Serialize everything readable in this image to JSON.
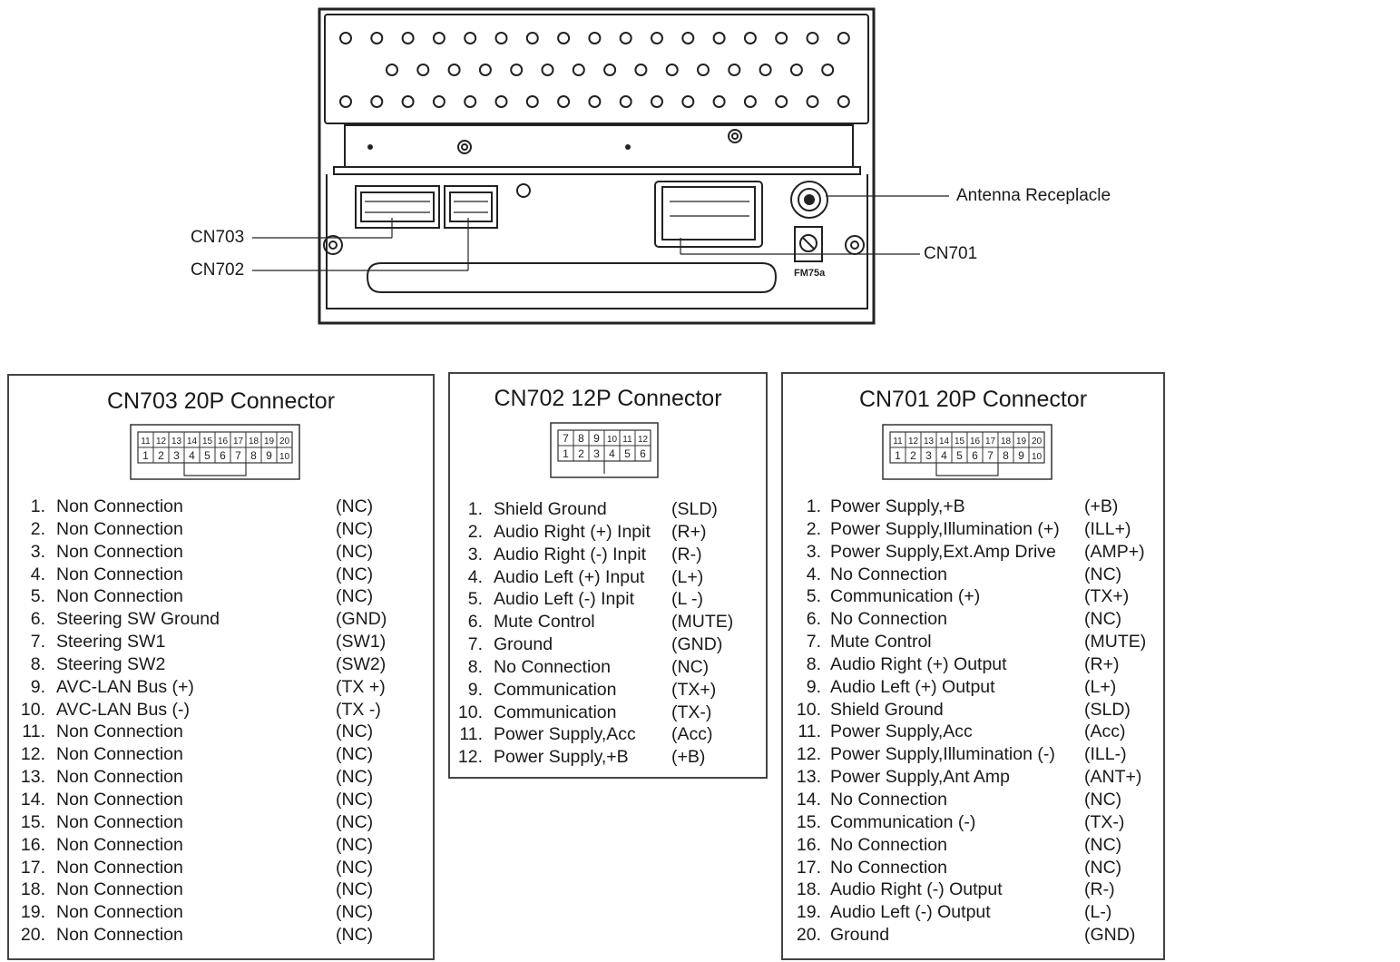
{
  "unit": {
    "callouts": {
      "antenna": "Antenna Receplacle",
      "cn703": "CN703",
      "cn702": "CN702",
      "cn701": "CN701"
    },
    "fuse_label": "FM75a"
  },
  "connectors": [
    {
      "id": "cn703",
      "title": "CN703  20P Connector",
      "top_row": [
        "11",
        "12",
        "13",
        "14",
        "15",
        "16",
        "17",
        "18",
        "19",
        "20"
      ],
      "bottom_row": [
        "1",
        "2",
        "3",
        "4",
        "5",
        "6",
        "7",
        "8",
        "9",
        "10"
      ],
      "pins": [
        {
          "num": "1.",
          "name": "Non Connection",
          "code": "(NC)"
        },
        {
          "num": "2.",
          "name": "Non Connection",
          "code": "(NC)"
        },
        {
          "num": "3.",
          "name": "Non Connection",
          "code": "(NC)"
        },
        {
          "num": "4.",
          "name": "Non Connection",
          "code": "(NC)"
        },
        {
          "num": "5.",
          "name": "Non Connection",
          "code": "(NC)"
        },
        {
          "num": "6.",
          "name": "Steering SW Ground",
          "code": "(GND)"
        },
        {
          "num": "7.",
          "name": "Steering SW1",
          "code": "(SW1)"
        },
        {
          "num": "8.",
          "name": "Steering SW2",
          "code": "(SW2)"
        },
        {
          "num": "9.",
          "name": "AVC-LAN Bus (+)",
          "code": "(TX +)"
        },
        {
          "num": "10.",
          "name": "AVC-LAN Bus (-)",
          "code": "(TX -)"
        },
        {
          "num": "11.",
          "name": "Non Connection",
          "code": "(NC)"
        },
        {
          "num": "12.",
          "name": "Non Connection",
          "code": "(NC)"
        },
        {
          "num": "13.",
          "name": "Non Connection",
          "code": "(NC)"
        },
        {
          "num": "14.",
          "name": "Non Connection",
          "code": "(NC)"
        },
        {
          "num": "15.",
          "name": "Non Connection",
          "code": "(NC)"
        },
        {
          "num": "16.",
          "name": "Non Connection",
          "code": "(NC)"
        },
        {
          "num": "17.",
          "name": "Non Connection",
          "code": "(NC)"
        },
        {
          "num": "18.",
          "name": "Non Connection",
          "code": "(NC)"
        },
        {
          "num": "19.",
          "name": "Non Connection",
          "code": "(NC)"
        },
        {
          "num": "20.",
          "name": "Non Connection",
          "code": "(NC)"
        }
      ]
    },
    {
      "id": "cn702",
      "title": "CN702  12P Connector",
      "top_row": [
        "7",
        "8",
        "9",
        "10",
        "11",
        "12"
      ],
      "bottom_row": [
        "1",
        "2",
        "3",
        "4",
        "5",
        "6"
      ],
      "pins": [
        {
          "num": "1.",
          "name": "Shield Ground",
          "code": "(SLD)"
        },
        {
          "num": "2.",
          "name": "Audio Right (+) Inpit",
          "code": "(R+)"
        },
        {
          "num": "3.",
          "name": "Audio Right (-) Inpit",
          "code": "(R-)"
        },
        {
          "num": "4.",
          "name": "Audio Left (+) Input",
          "code": "(L+)"
        },
        {
          "num": "5.",
          "name": "Audio Left (-) Inpit",
          "code": "(L -)"
        },
        {
          "num": "6.",
          "name": "Mute Control",
          "code": "(MUTE)"
        },
        {
          "num": "7.",
          "name": "Ground",
          "code": "(GND)"
        },
        {
          "num": "8.",
          "name": "No Connection",
          "code": "(NC)"
        },
        {
          "num": "9.",
          "name": "Communication",
          "code": "(TX+)"
        },
        {
          "num": "10.",
          "name": "Communication",
          "code": "(TX-)"
        },
        {
          "num": "11.",
          "name": "Power Supply,Acc",
          "code": "(Acc)"
        },
        {
          "num": "12.",
          "name": "Power Supply,+B",
          "code": "(+B)"
        }
      ]
    },
    {
      "id": "cn701",
      "title": "CN701  20P Connector",
      "top_row": [
        "11",
        "12",
        "13",
        "14",
        "15",
        "16",
        "17",
        "18",
        "19",
        "20"
      ],
      "bottom_row": [
        "1",
        "2",
        "3",
        "4",
        "5",
        "6",
        "7",
        "8",
        "9",
        "10"
      ],
      "pins": [
        {
          "num": "1.",
          "name": "Power Supply,+B",
          "code": "(+B)"
        },
        {
          "num": "2.",
          "name": "Power Supply,Illumination (+)",
          "code": "(ILL+)"
        },
        {
          "num": "3.",
          "name": "Power Supply,Ext.Amp Drive",
          "code": "(AMP+)"
        },
        {
          "num": "4.",
          "name": "No Connection",
          "code": "(NC)"
        },
        {
          "num": "5.",
          "name": "Communication (+)",
          "code": "(TX+)"
        },
        {
          "num": "6.",
          "name": "No Connection",
          "code": "(NC)"
        },
        {
          "num": "7.",
          "name": "Mute Control",
          "code": "(MUTE)"
        },
        {
          "num": "8.",
          "name": "Audio Right (+) Output",
          "code": "(R+)"
        },
        {
          "num": "9.",
          "name": "Audio Left (+) Output",
          "code": "(L+)"
        },
        {
          "num": "10.",
          "name": "Shield Ground",
          "code": "(SLD)"
        },
        {
          "num": "11.",
          "name": "Power Supply,Acc",
          "code": "(Acc)"
        },
        {
          "num": "12.",
          "name": "Power Supply,Illumination (-)",
          "code": "(ILL-)"
        },
        {
          "num": "13.",
          "name": "Power Supply,Ant Amp",
          "code": "(ANT+)"
        },
        {
          "num": "14.",
          "name": "No Connection",
          "code": "(NC)"
        },
        {
          "num": "15.",
          "name": "Communication (-)",
          "code": "(TX-)"
        },
        {
          "num": "16.",
          "name": "No Connection",
          "code": "(NC)"
        },
        {
          "num": "17.",
          "name": "No Connection",
          "code": "(NC)"
        },
        {
          "num": "18.",
          "name": "Audio Right (-) Output",
          "code": "(R-)"
        },
        {
          "num": "19.",
          "name": "Audio Left (-) Output",
          "code": "(L-)"
        },
        {
          "num": "20.",
          "name": "Ground",
          "code": "(GND)"
        }
      ]
    }
  ]
}
